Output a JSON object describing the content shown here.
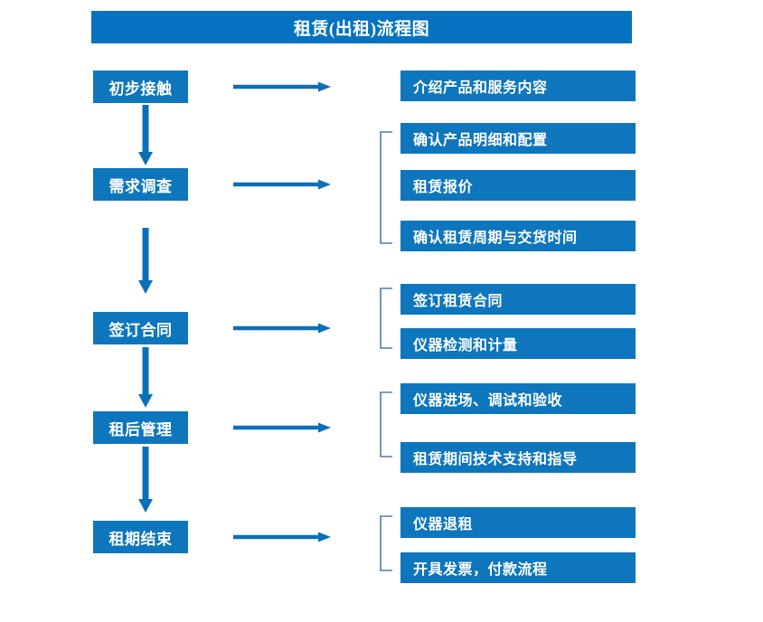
{
  "diagram": {
    "title": "租赁(出租)流程图",
    "colors": {
      "title_bar": "#0773c0",
      "box_fill": "#0e76bc",
      "box_text": "#ffffff",
      "arrow": "#0b70b8",
      "bracket": "#4a7ebb",
      "background": "#ffffff"
    },
    "type": "flowchart",
    "stages": [
      {
        "label": "初步接触",
        "details": [
          "介绍产品和服务内容"
        ]
      },
      {
        "label": "需求调查",
        "details": [
          "确认产品明细和配置",
          "租赁报价",
          "确认租赁周期与交货时间"
        ]
      },
      {
        "label": "签订合同",
        "details": [
          "签订租赁合同",
          "仪器检测和计量"
        ]
      },
      {
        "label": "租后管理",
        "details": [
          "仪器进场、调试和验收",
          "租赁期间技术支持和指导"
        ]
      },
      {
        "label": "租期结束",
        "details": [
          "仪器退租",
          "开具发票，付款流程"
        ]
      }
    ]
  }
}
